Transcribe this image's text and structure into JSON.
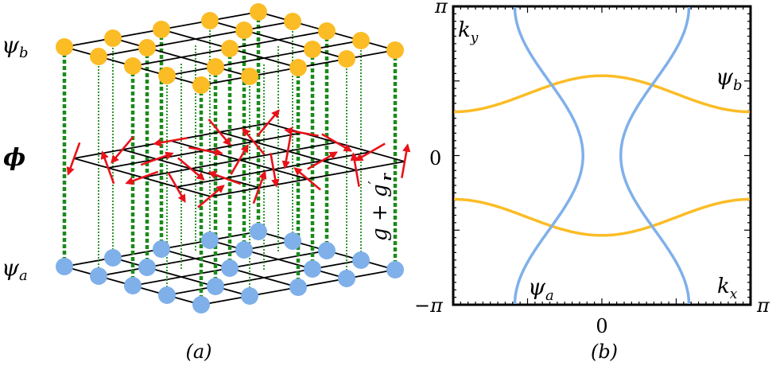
{
  "panel_a": {
    "caption": "(a)",
    "layer_labels": {
      "psi_b": "ψ",
      "psi_b_sub": "b",
      "phi": "ϕ",
      "psi_a": "ψ",
      "psi_a_sub": "a"
    },
    "coupling_label": {
      "main": "g + g",
      "prime": "′",
      "sub": "r"
    },
    "colors": {
      "psi_b_dot": "#fbbc25",
      "psi_a_dot": "#7fb0ea",
      "spin_arrow": "#e8121a",
      "coupling_line": "#1a8a1a",
      "grid": "#000000"
    }
  },
  "panel_b": {
    "caption": "(b)",
    "axis_labels": {
      "x_left": "−π",
      "x_mid": "0",
      "x_right": "π",
      "y_top": "π",
      "y_mid": "0",
      "y_bottom": "−π"
    },
    "corner_labels": {
      "ky": "k",
      "ky_sub": "y",
      "kx": "k",
      "kx_sub": "x"
    },
    "curve_labels": {
      "psi_b": "ψ",
      "psi_b_sub": "b",
      "psi_a": "ψ",
      "psi_a_sub": "a"
    },
    "colors": {
      "psi_b_curve": "#fbbc25",
      "psi_a_curve": "#7fb0ea"
    }
  }
}
